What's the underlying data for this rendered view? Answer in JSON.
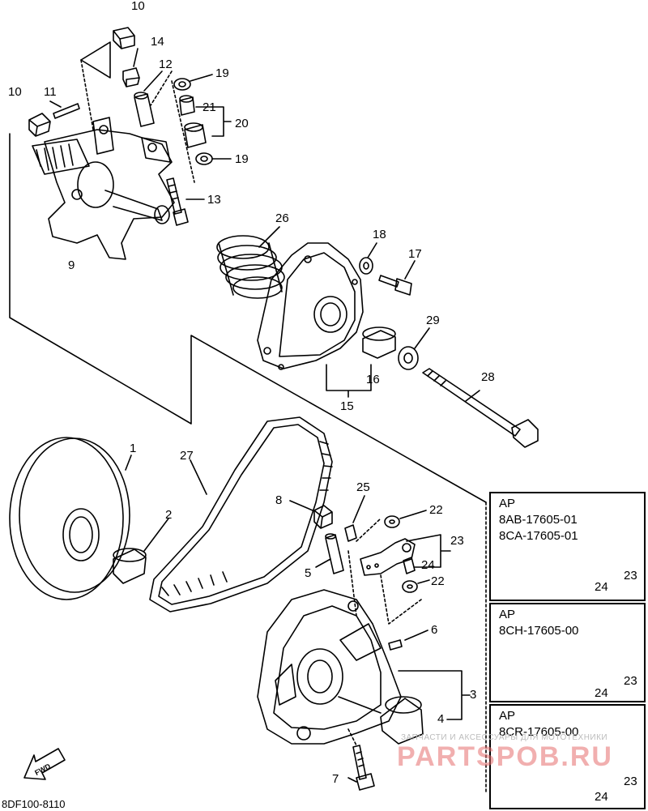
{
  "labels": {
    "l1": "1",
    "l2": "2",
    "l3": "3",
    "l4": "4",
    "l5": "5",
    "l6": "6",
    "l7": "7",
    "l8": "8",
    "l9": "9",
    "l10a": "10",
    "l10b": "10",
    "l11": "11",
    "l12": "12",
    "l13": "13",
    "l14": "14",
    "l15": "15",
    "l16": "16",
    "l17": "17",
    "l18": "18",
    "l19a": "19",
    "l19b": "19",
    "l20": "20",
    "l21": "21",
    "l22a": "22",
    "l22b": "22",
    "l23": "23",
    "l24": "24",
    "l25": "25",
    "l26": "26",
    "l27": "27",
    "l28": "28",
    "l29": "29"
  },
  "ap_boxes": [
    {
      "title": "AP",
      "lines": [
        "8AB-17605-01",
        "8CA-17605-01"
      ],
      "n23": "23",
      "n24": "24"
    },
    {
      "title": "AP",
      "lines": [
        "8CH-17605-00"
      ],
      "n23": "23",
      "n24": "24"
    },
    {
      "title": "AP",
      "lines": [
        "8CR-17605-00"
      ],
      "n23": "23",
      "n24": "24"
    }
  ],
  "fwd_label": "FWD",
  "doc_number": "8DF100-8110",
  "watermark": {
    "top": "ЗАПЧАСТИ И АКСЕССУАРЫ ДЛЯ МОТОТЕХНИКИ",
    "main": "PARTSPOB.RU"
  }
}
